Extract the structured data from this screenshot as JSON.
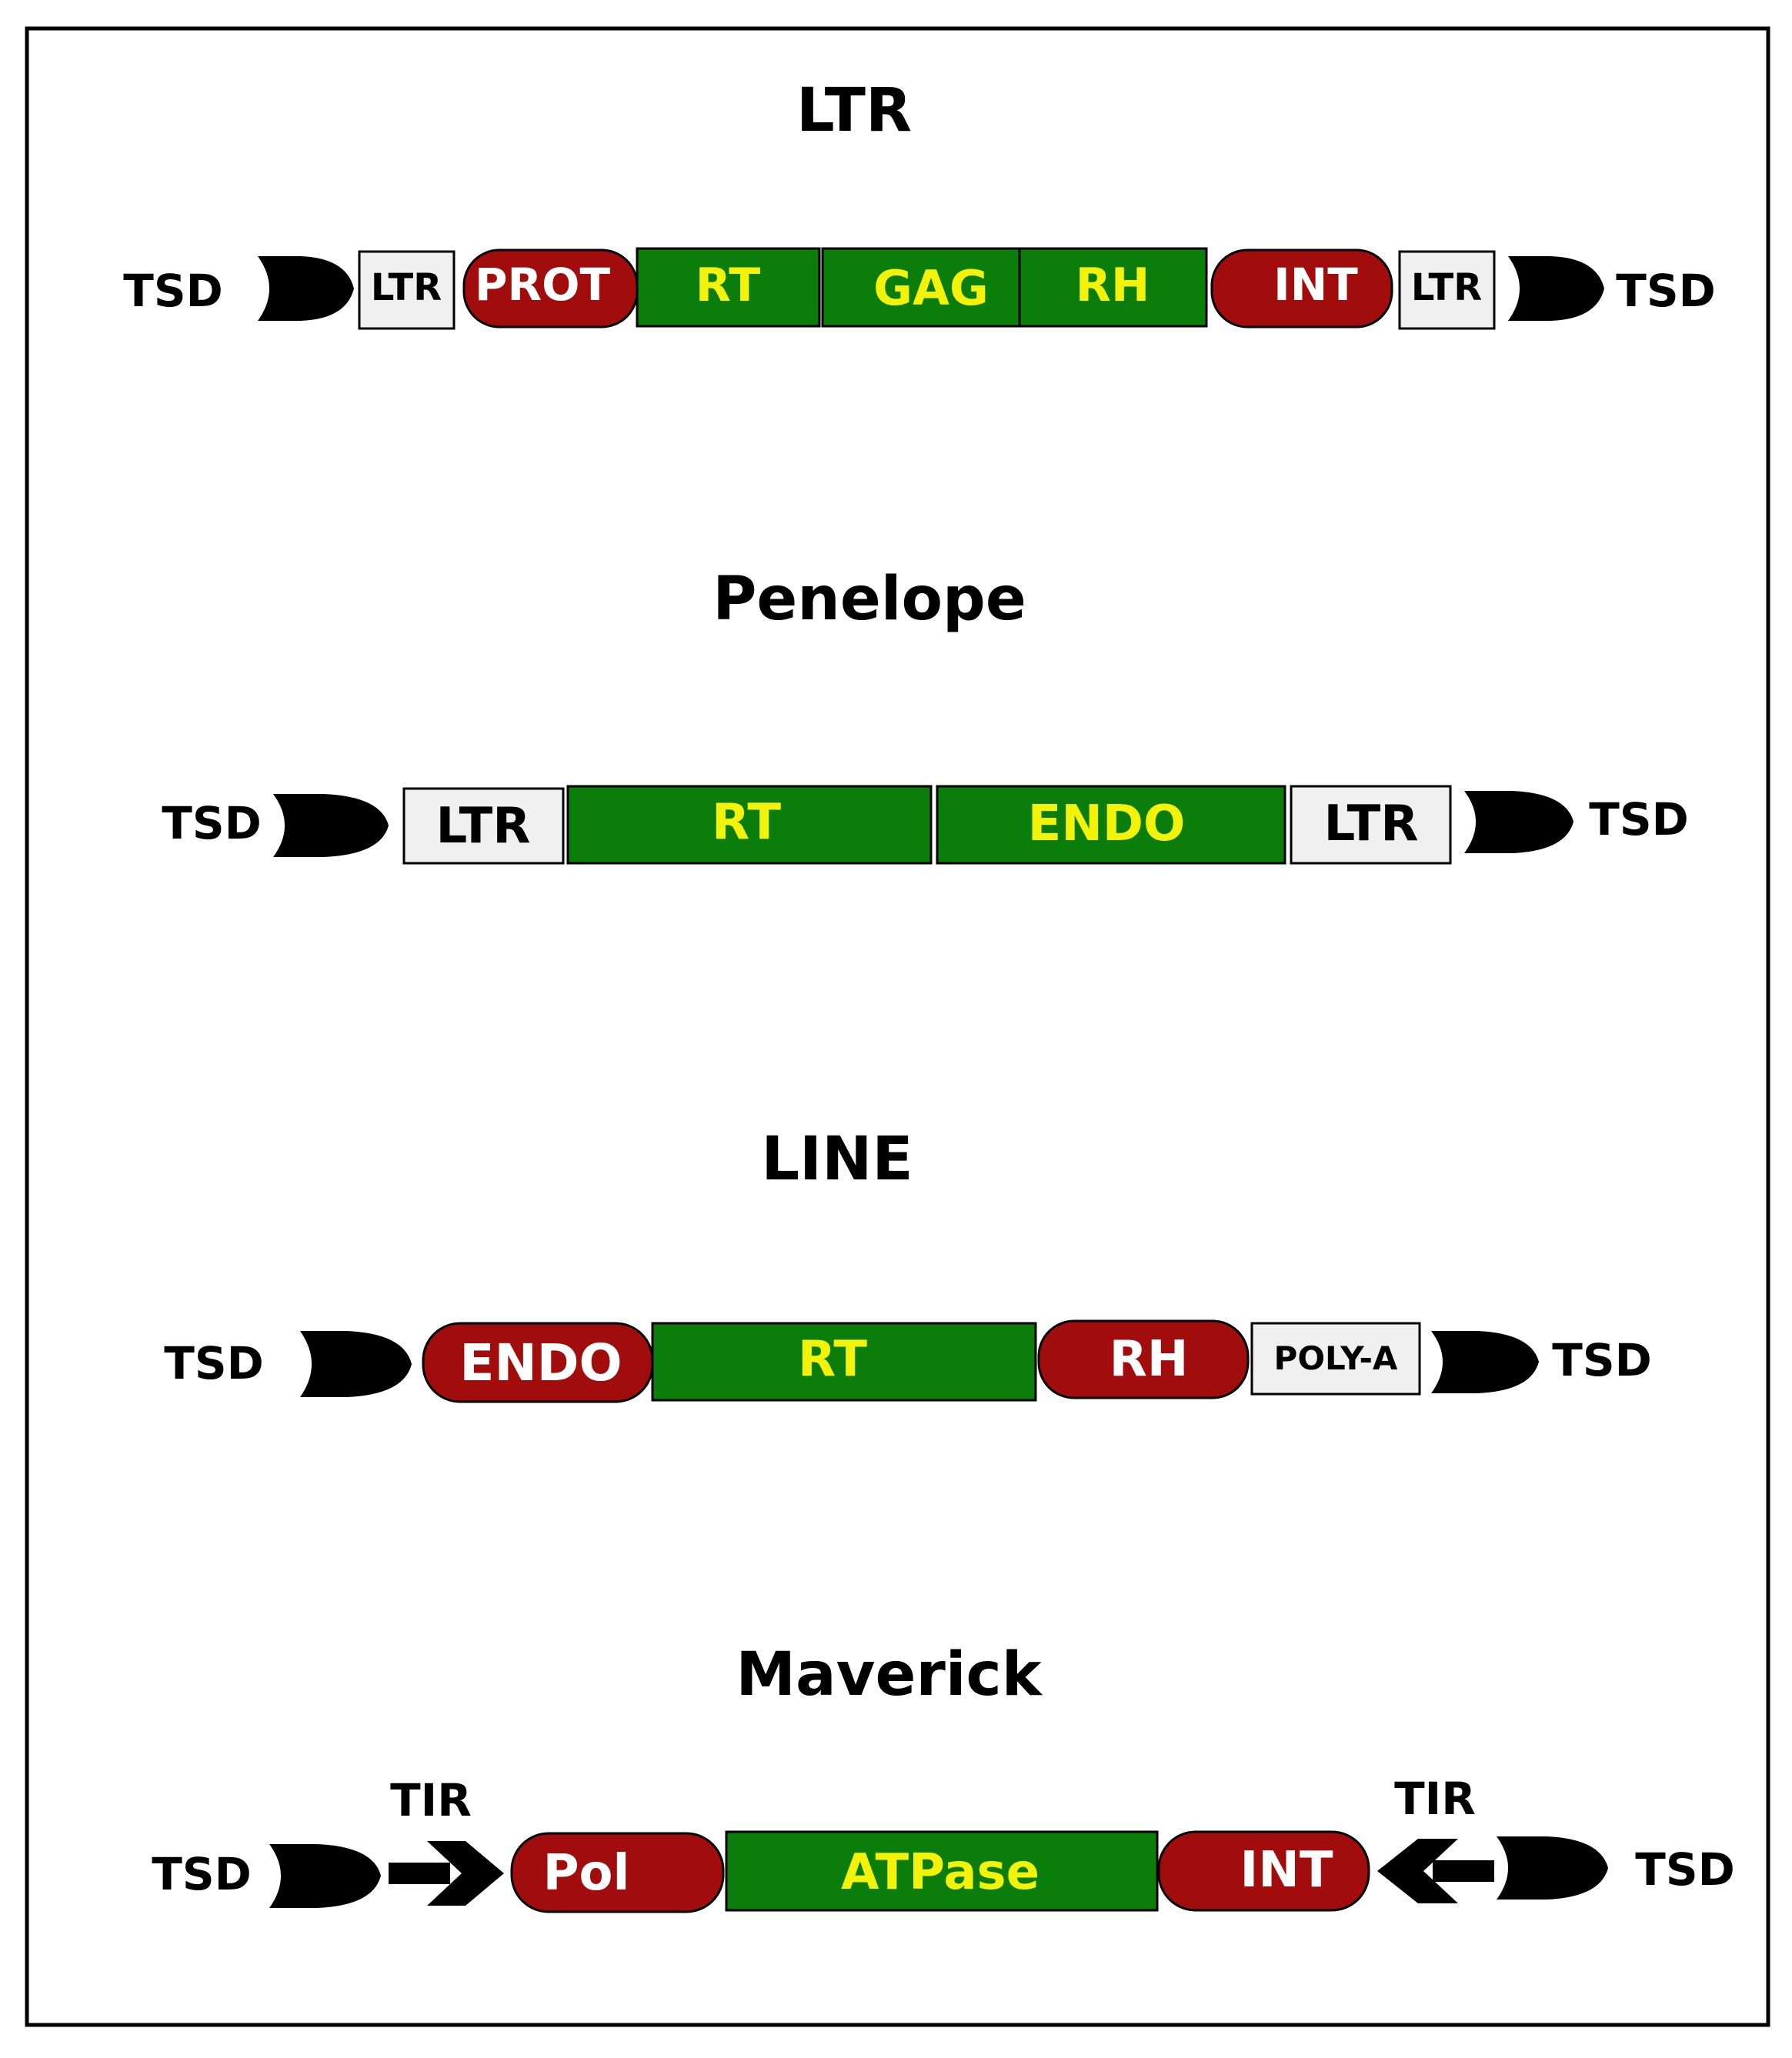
{
  "colors": {
    "green": "#0b7d0b",
    "red": "#a10d0d",
    "yellow": "#f2f20a",
    "white": "#ffffff",
    "grey_box": "#f0f0f0",
    "black": "#000000"
  },
  "panels": [
    {
      "title": "LTR",
      "tsd_left": "TSD",
      "tsd_right": "TSD",
      "segments": [
        "LTR",
        "PROT",
        "RT",
        "GAG",
        "RH",
        "INT",
        "LTR"
      ]
    },
    {
      "title": "Penelope",
      "tsd_left": "TSD",
      "tsd_right": "TSD",
      "segments": [
        "LTR",
        "RT",
        "ENDO",
        "LTR"
      ]
    },
    {
      "title": "LINE",
      "tsd_left": "TSD",
      "tsd_right": "TSD",
      "segments": [
        "ENDO",
        "RT",
        "RH",
        "POLY-A"
      ]
    },
    {
      "title": "Maverick",
      "tsd_left": "TSD",
      "tsd_right": "TSD",
      "tir_left": "TIR",
      "tir_right": "TIR",
      "segments": [
        "Pol",
        "ATPase",
        "INT"
      ]
    }
  ]
}
